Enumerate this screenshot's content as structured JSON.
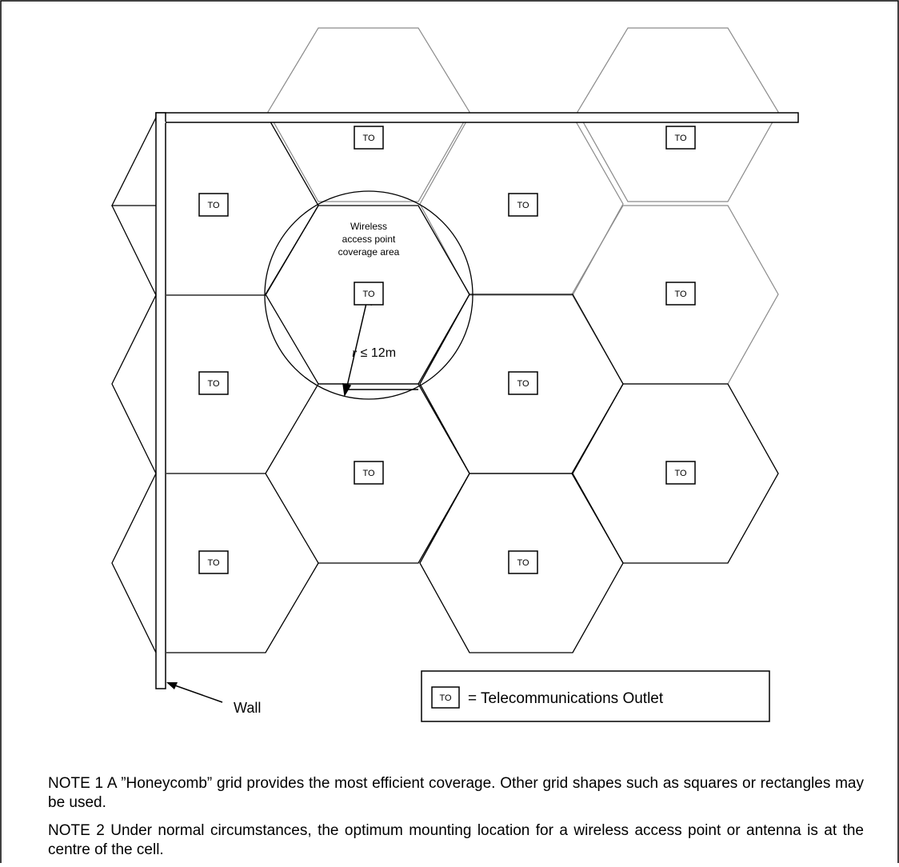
{
  "diagram": {
    "outlet_label": "TO",
    "coverage_label_lines": [
      "Wireless",
      "access point",
      "coverage area"
    ],
    "radius_variable": "r",
    "radius_rest": " ≤ 12m",
    "wall_label": "Wall",
    "legend": {
      "symbol": "TO",
      "text": "= Telecommunications Outlet"
    },
    "colors": {
      "line": "#000000",
      "faded_line": "#8a8a8a",
      "background": "#ffffff"
    }
  },
  "notes": [
    "NOTE 1  A ”Honeycomb” grid provides the most efficient coverage. Other grid shapes such as squares or rectangles may be used.",
    "NOTE 2  Under normal circumstances, the optimum mounting location for a wireless access point or antenna is at the centre of the cell."
  ]
}
